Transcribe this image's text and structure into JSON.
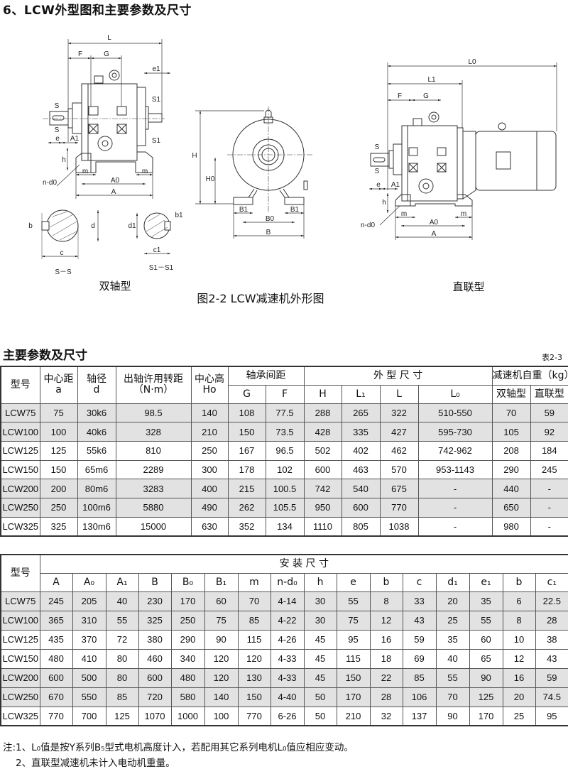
{
  "title": "6、LCW外型图和主要参数及尺寸",
  "figure": {
    "caption": "图2-2 LCW减速机外形图",
    "dual_label": "双轴型",
    "direct_label": "直联型",
    "dual_dims": {
      "L": "L",
      "F": "F",
      "G": "G",
      "e1": "e1",
      "S": "S",
      "S1": "S1",
      "e": "e",
      "A1": "A1",
      "h": "h",
      "m": "m",
      "A0": "A0",
      "A": "A",
      "nd0": "n-d0"
    },
    "section_ss": {
      "b": "b",
      "d": "d",
      "c": "c",
      "label": "S－S"
    },
    "section_s1": {
      "d1": "d1",
      "b1": "b1",
      "c1": "c1",
      "label": "S1－S1"
    },
    "front_dims": {
      "H": "H",
      "H0": "H0",
      "B1": "B1",
      "B0": "B0",
      "B": "B"
    },
    "direct_dims": {
      "L0": "L0",
      "L1": "L1",
      "F": "F",
      "G": "G",
      "S": "S",
      "e": "e",
      "A1": "A1",
      "h": "h",
      "m": "m",
      "A0": "A0",
      "A": "A",
      "nd0": "n-d0"
    }
  },
  "params": {
    "title": "主要参数及尺寸",
    "table_no": "表2-3",
    "headers": {
      "model": "型号",
      "a": "中心距\na",
      "d": "轴径\nd",
      "torque": "出轴许用转距\n（N·m）",
      "h0": "中心高\nHo",
      "bearing": "轴承间距",
      "outline": "外 型 尺 寸",
      "weight": "减速机自重（kg）",
      "sub": [
        "G",
        "F",
        "H",
        "L₁",
        "L",
        "L₀",
        "双轴型",
        "直联型"
      ]
    },
    "rows": [
      [
        "LCW75",
        "75",
        "30k6",
        "98.5",
        "140",
        "108",
        "77.5",
        "288",
        "265",
        "322",
        "510-550",
        "70",
        "59"
      ],
      [
        "LCW100",
        "100",
        "40k6",
        "328",
        "210",
        "150",
        "73.5",
        "428",
        "335",
        "427",
        "595-730",
        "105",
        "92"
      ],
      [
        "LCW125",
        "125",
        "55k6",
        "810",
        "250",
        "167",
        "96.5",
        "502",
        "402",
        "462",
        "742-962",
        "208",
        "184"
      ],
      [
        "LCW150",
        "150",
        "65m6",
        "2289",
        "300",
        "178",
        "102",
        "600",
        "463",
        "570",
        "953-1143",
        "290",
        "245"
      ],
      [
        "LCW200",
        "200",
        "80m6",
        "3283",
        "400",
        "215",
        "100.5",
        "742",
        "540",
        "675",
        "-",
        "440",
        "-"
      ],
      [
        "LCW250",
        "250",
        "100m6",
        "5880",
        "490",
        "262",
        "105.5",
        "950",
        "600",
        "770",
        "-",
        "650",
        "-"
      ],
      [
        "LCW325",
        "325",
        "130m6",
        "15000",
        "630",
        "352",
        "134",
        "1110",
        "805",
        "1038",
        "-",
        "980",
        "-"
      ]
    ],
    "shaded": [
      0,
      1,
      4,
      5
    ]
  },
  "install": {
    "model_header": "型号",
    "group_header": "安 装 尺 寸",
    "sub": [
      "A",
      "A₀",
      "A₁",
      "B",
      "B₀",
      "B₁",
      "m",
      "n-d₀",
      "h",
      "e",
      "b",
      "c",
      "d₁",
      "e₁",
      "b",
      "c₁"
    ],
    "rows": [
      [
        "LCW75",
        "245",
        "205",
        "40",
        "230",
        "170",
        "60",
        "70",
        "4-14",
        "30",
        "55",
        "8",
        "33",
        "20",
        "35",
        "6",
        "22.5"
      ],
      [
        "LCW100",
        "365",
        "310",
        "55",
        "325",
        "250",
        "75",
        "85",
        "4-22",
        "30",
        "75",
        "12",
        "43",
        "25",
        "55",
        "8",
        "28"
      ],
      [
        "LCW125",
        "435",
        "370",
        "72",
        "380",
        "290",
        "90",
        "115",
        "4-26",
        "45",
        "95",
        "16",
        "59",
        "35",
        "60",
        "10",
        "38"
      ],
      [
        "LCW150",
        "480",
        "410",
        "80",
        "460",
        "340",
        "120",
        "120",
        "4-33",
        "45",
        "115",
        "18",
        "69",
        "40",
        "65",
        "12",
        "43"
      ],
      [
        "LCW200",
        "600",
        "500",
        "80",
        "600",
        "480",
        "120",
        "130",
        "4-33",
        "45",
        "150",
        "22",
        "85",
        "55",
        "90",
        "16",
        "59"
      ],
      [
        "LCW250",
        "670",
        "550",
        "85",
        "720",
        "580",
        "140",
        "150",
        "4-40",
        "50",
        "170",
        "28",
        "106",
        "70",
        "125",
        "20",
        "74.5"
      ],
      [
        "LCW325",
        "770",
        "700",
        "125",
        "1070",
        "1000",
        "100",
        "770",
        "6-26",
        "50",
        "210",
        "32",
        "137",
        "90",
        "170",
        "25",
        "95"
      ]
    ],
    "shaded": [
      0,
      1,
      4,
      5
    ]
  },
  "notes": [
    "注:1、L₀值是按Y系列B₅型式电机高度计入，若配用其它系列电机L₀值应相应变动。",
    "2、直联型减速机未计入电动机重量。"
  ]
}
